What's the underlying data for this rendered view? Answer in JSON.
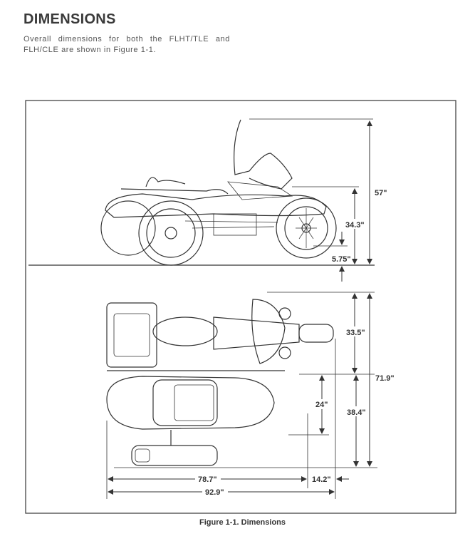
{
  "section": {
    "title": "DIMENSIONS",
    "intro": "Overall dimensions for both the FLHT/TLE and FLH/CLE are shown in Figure 1-1."
  },
  "figure": {
    "caption": "Figure 1-1. Dimensions",
    "side_view": {
      "overall_height": "57\"",
      "sidecar_height": "34.3\"",
      "ground_clearance": "5.75\""
    },
    "top_view": {
      "motorcycle_half_width": "33.5\"",
      "overall_width": "71.9\"",
      "sidecar_half_width": "38.4\"",
      "sidecar_body_width": "24\"",
      "motorcycle_length": "78.7\"",
      "front_overhang": "14.2\"",
      "overall_length": "92.9\""
    }
  }
}
